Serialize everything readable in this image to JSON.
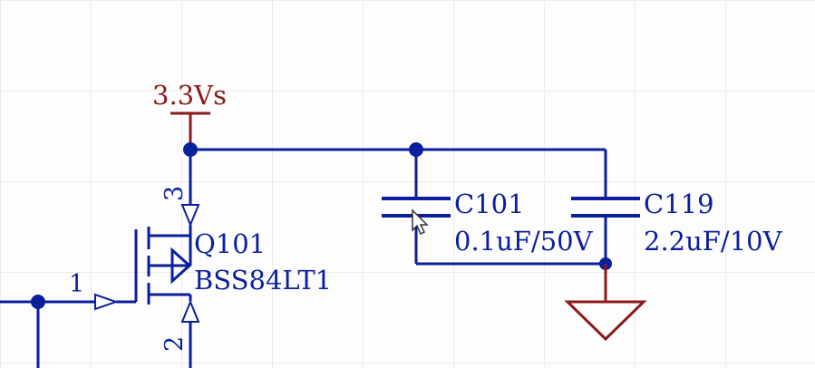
{
  "colors": {
    "wire": "#0a1f9c",
    "power": "#8b1a1a",
    "label": "#0a1f9c",
    "pin_marker": "#0a1f9c",
    "grid": "#ececec",
    "background": "#fdfdfd"
  },
  "power_net": {
    "label": "3.3Vs"
  },
  "transistor": {
    "designator": "Q101",
    "part": "BSS84LT1",
    "pins": {
      "gate": "1",
      "drain": "2",
      "source": "3"
    }
  },
  "capacitors": [
    {
      "designator": "C101",
      "value": "0.1uF/50V"
    },
    {
      "designator": "C119",
      "value": "2.2uF/10V"
    }
  ],
  "ground": {
    "symbol": "ground-triangle-icon"
  },
  "cursor": {
    "icon": "mouse-pointer-icon"
  }
}
